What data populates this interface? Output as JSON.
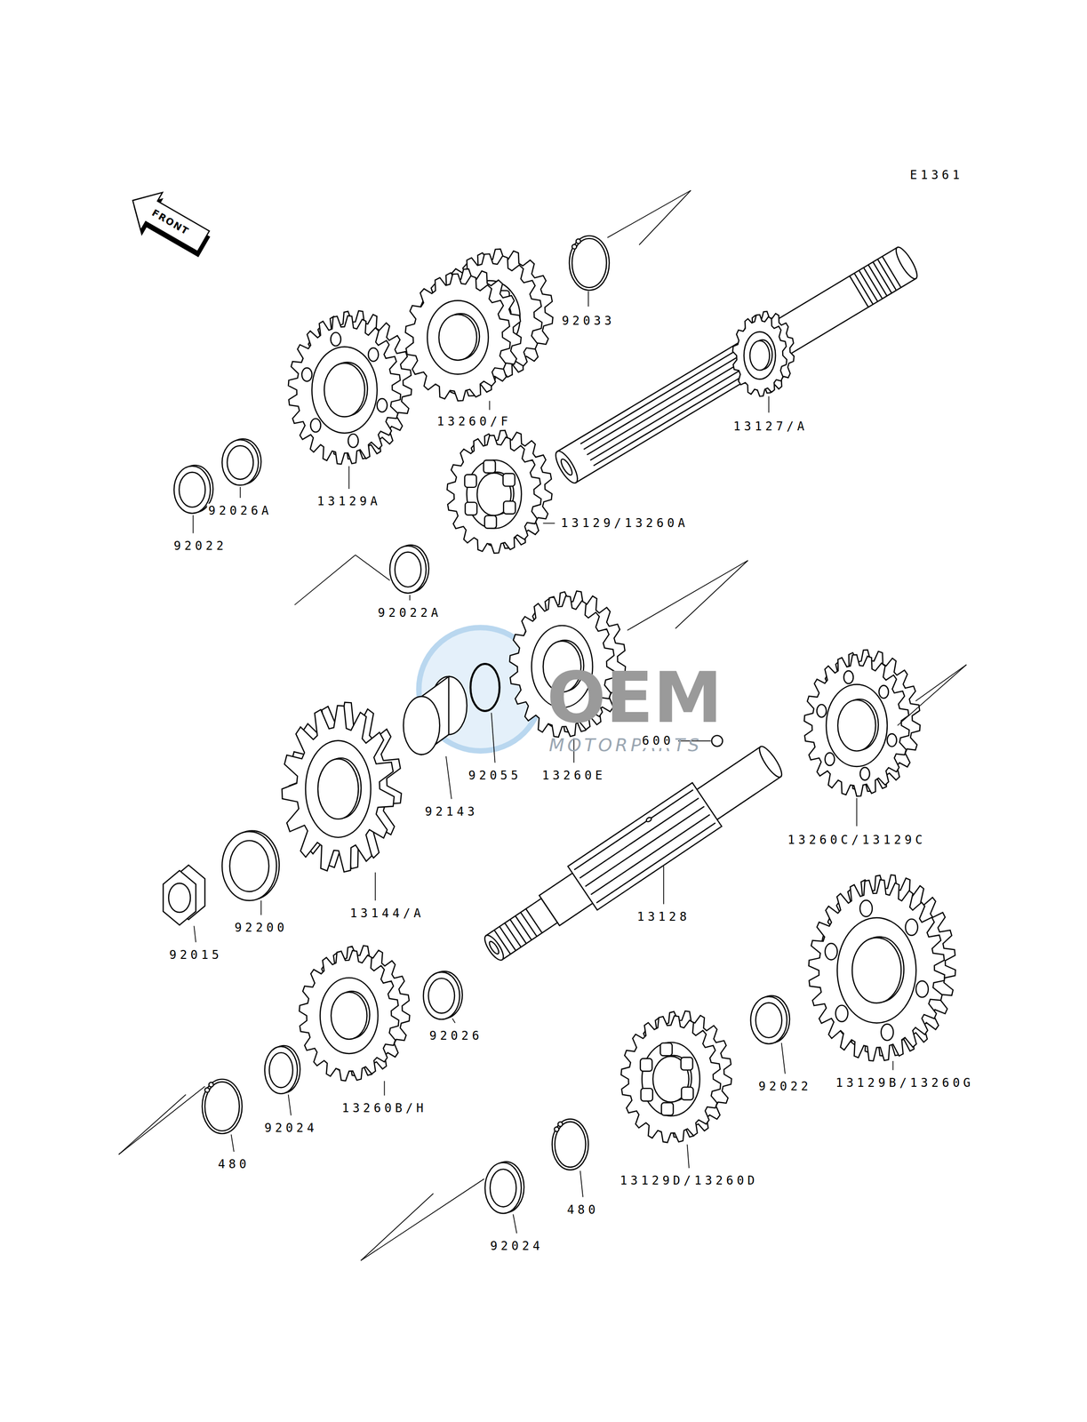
{
  "diagram": {
    "labels": [
      "E1361",
      "FRONT",
      "92033",
      "13260/F",
      "13127/A",
      "13129A",
      "92026A",
      "92022",
      "13129/13260A",
      "92022A",
      "600",
      "13260C/13129C",
      "92055",
      "13260E",
      "92143",
      "13144/A",
      "13128",
      "92200",
      "92015",
      "92026",
      "13260B/H",
      "92022",
      "13129B/13260G",
      "92024",
      "480",
      "13129D/13260D",
      "480",
      "92024",
      "OEM",
      "MOTORPARTS"
    ]
  }
}
